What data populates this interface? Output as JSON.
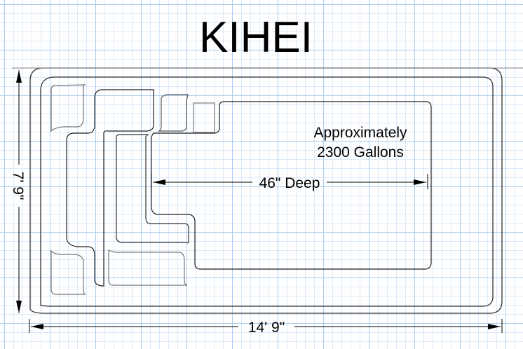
{
  "title": "KIHEI",
  "capacity": {
    "line1": "Approximately",
    "line2": "2300 Gallons"
  },
  "depth_label": "46\" Deep",
  "length_label": "14' 9\"",
  "width_label": "7' 9\""
}
